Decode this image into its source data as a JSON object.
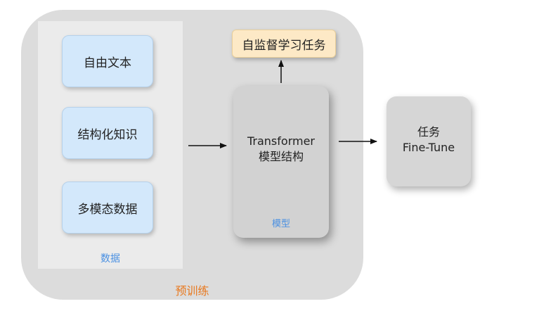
{
  "data_sources": {
    "items": [
      {
        "label": "自由文本"
      },
      {
        "label": "结构化知识"
      },
      {
        "label": "多模态数据"
      }
    ],
    "caption": "数据"
  },
  "model": {
    "title_line1": "Transformer",
    "title_line2": "模型结构",
    "caption": "模型"
  },
  "self_supervised_task": {
    "label": "自监督学习任务"
  },
  "finetune": {
    "line1": "任务",
    "line2": "Fine-Tune"
  },
  "pretrain": {
    "caption": "预训练"
  }
}
